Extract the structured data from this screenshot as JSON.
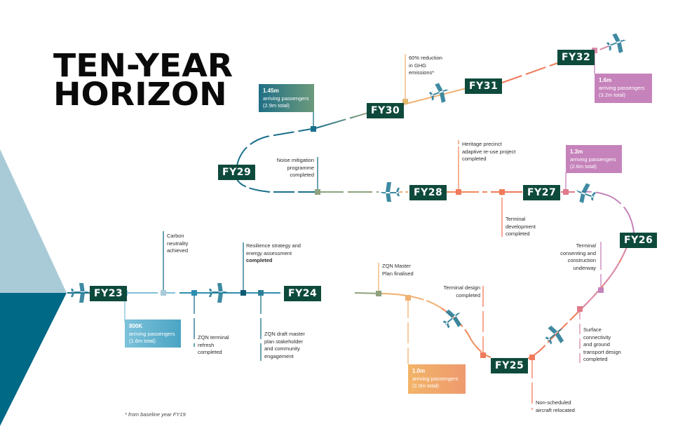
{
  "title": {
    "line1": "TEN-YEAR",
    "line2": "HORIZON"
  },
  "colors": {
    "fy_badge": "#0e4a3c",
    "triangle_light": "#a9cbd8",
    "triangle_dark": "#006985",
    "teal_line": "#1a6f8c",
    "light_teal": "#7fc0d8",
    "olive": "#8ea27e",
    "amber": "#f0b070",
    "coral": "#f07a5a",
    "pink": "#d98aa8",
    "mauve": "#c683bb"
  },
  "years": [
    {
      "label": "FY23"
    },
    {
      "label": "FY24"
    },
    {
      "label": "FY25"
    },
    {
      "label": "FY26"
    },
    {
      "label": "FY27"
    },
    {
      "label": "FY28"
    },
    {
      "label": "FY29"
    },
    {
      "label": "FY30"
    },
    {
      "label": "FY31"
    },
    {
      "label": "FY32"
    }
  ],
  "stats": [
    {
      "value": "800K",
      "line1": "arriving passengers",
      "line2": "(1.6m total)"
    },
    {
      "value": "1.0m",
      "line1": "arriving passengers",
      "line2": "(2.0m total)"
    },
    {
      "value": "1.3m",
      "line1": "arriving passengers",
      "line2": "(2.6m total)"
    },
    {
      "value": "1.45m",
      "line1": "arriving passengers",
      "line2": "(2.9m total)"
    },
    {
      "value": "1.6m",
      "line1": "arriving passengers",
      "line2": "(3.2m total)"
    }
  ],
  "milestones": {
    "carbon": [
      "Carbon",
      "neutrality",
      "achieved"
    ],
    "zqn_refresh": [
      "ZQN terminal",
      "refresh",
      "completed"
    ],
    "resilience": [
      "Resilience strategy and",
      "energy assessment",
      "completed"
    ],
    "zqn_draft": [
      "ZQN draft master",
      "plan stakeholder",
      "and community",
      "engagement"
    ],
    "zqn_master": [
      "ZQN Master",
      "Plan finalised"
    ],
    "terminal_design": [
      "Terminal design",
      "completed"
    ],
    "non_scheduled": [
      "Non-scheduled",
      "aircraft relocated"
    ],
    "surface": [
      "Surface",
      "connectivity",
      "and ground",
      "transport design",
      "completed"
    ],
    "terminal_consenting": [
      "Terminal",
      "consenting and",
      "construction",
      "underway"
    ],
    "terminal_dev": [
      "Terminal",
      "development",
      "completed"
    ],
    "heritage": [
      "Heritage precinct",
      "adaptive re-use project",
      "completed"
    ],
    "noise": [
      "Noise mitigation",
      "programme",
      "completed"
    ],
    "ghg": [
      "60% reduction",
      "in GHG",
      "emissions*"
    ]
  },
  "footnote": "* from baseline year FY19"
}
